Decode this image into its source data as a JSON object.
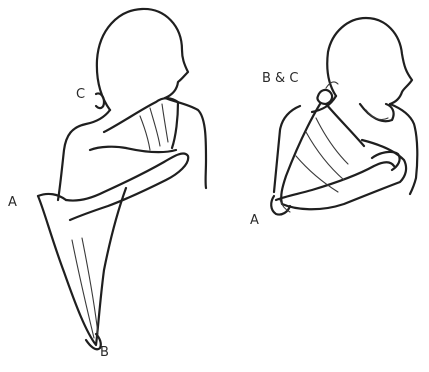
{
  "figure": {
    "left": {
      "label_c": "C",
      "label_a": "A",
      "label_b": "B"
    },
    "right": {
      "label_bc": "B & C",
      "label_a": "A"
    }
  },
  "colors": {
    "ink": "#1f1f1f",
    "background": "#ffffff"
  }
}
